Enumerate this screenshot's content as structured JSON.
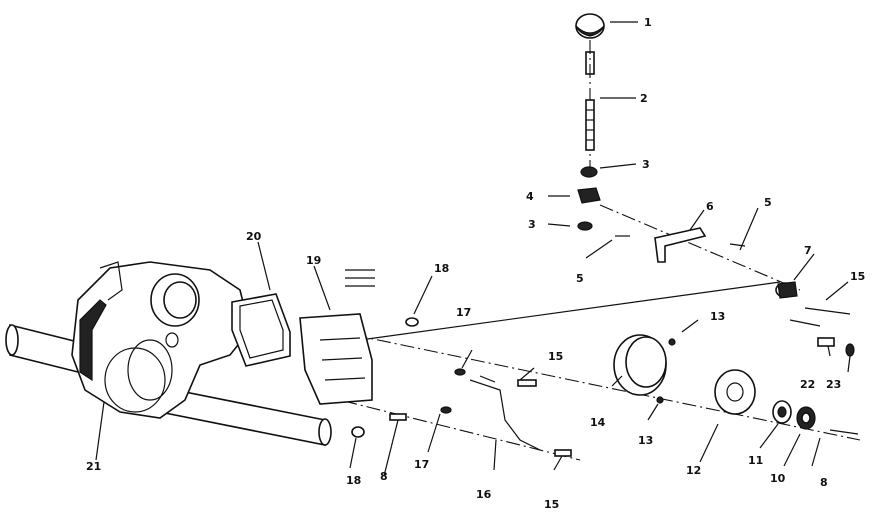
{
  "callouts": [
    {
      "id": "c1",
      "label": "1"
    },
    {
      "id": "c2",
      "label": "2"
    },
    {
      "id": "c3a",
      "label": "3"
    },
    {
      "id": "c3b",
      "label": "3"
    },
    {
      "id": "c4",
      "label": "4"
    },
    {
      "id": "c5a",
      "label": "5"
    },
    {
      "id": "c5b",
      "label": "5"
    },
    {
      "id": "c6",
      "label": "6"
    },
    {
      "id": "c7",
      "label": "7"
    },
    {
      "id": "c8a",
      "label": "8"
    },
    {
      "id": "c8b",
      "label": "8"
    },
    {
      "id": "c10",
      "label": "10"
    },
    {
      "id": "c11",
      "label": "11"
    },
    {
      "id": "c12",
      "label": "12"
    },
    {
      "id": "c13a",
      "label": "13"
    },
    {
      "id": "c13b",
      "label": "13"
    },
    {
      "id": "c14",
      "label": "14"
    },
    {
      "id": "c15a",
      "label": "15"
    },
    {
      "id": "c15b",
      "label": "15"
    },
    {
      "id": "c15c",
      "label": "15"
    },
    {
      "id": "c16",
      "label": "16"
    },
    {
      "id": "c17a",
      "label": "17"
    },
    {
      "id": "c17b",
      "label": "17"
    },
    {
      "id": "c18a",
      "label": "18"
    },
    {
      "id": "c18b",
      "label": "18"
    },
    {
      "id": "c19",
      "label": "19"
    },
    {
      "id": "c20",
      "label": "20"
    },
    {
      "id": "c21",
      "label": "21"
    },
    {
      "id": "c22",
      "label": "22"
    },
    {
      "id": "c23",
      "label": "23"
    }
  ]
}
